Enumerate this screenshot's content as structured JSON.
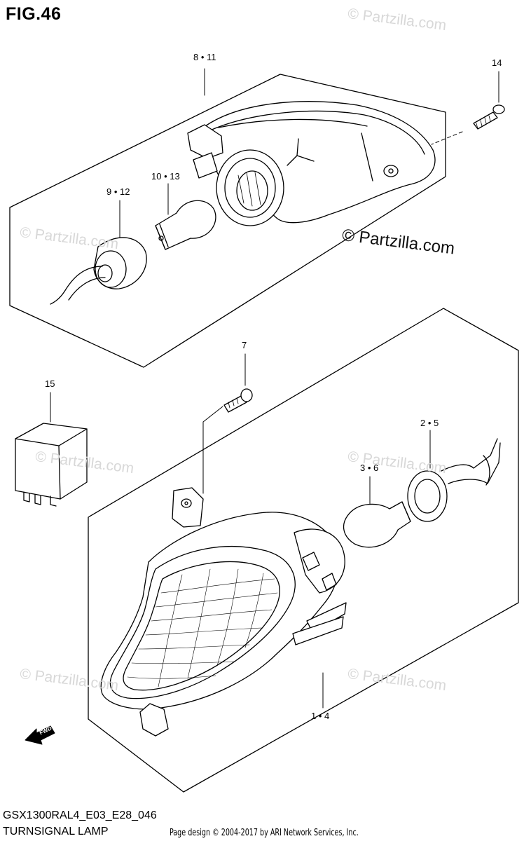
{
  "figure": {
    "title": "FIG.46"
  },
  "callouts": {
    "c8_11": "8 • 11",
    "c14": "14",
    "c10_13": "10 • 13",
    "c9_12": "9 • 12",
    "c7": "7",
    "c15": "15",
    "c2_5": "2 • 5",
    "c3_6": "3 • 6",
    "c1_4": "1 • 4"
  },
  "watermarks": {
    "main": "© Partzilla.com",
    "faint": "© Partzilla.com"
  },
  "fwd_label": "FWD",
  "footer": {
    "code": "GSX1300RAL4_E03_E28_046",
    "title": "TURNSIGNAL LAMP",
    "credit": "Page design © 2004-2017 by ARI Network Services, Inc."
  }
}
